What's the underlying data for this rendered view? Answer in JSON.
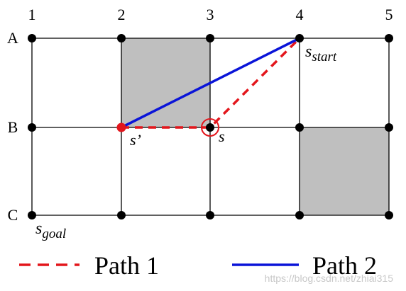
{
  "columns": [
    "1",
    "2",
    "3",
    "4",
    "5"
  ],
  "rows": [
    "A",
    "B",
    "C"
  ],
  "blocked_cells": [
    {
      "row": "A",
      "col": "2"
    },
    {
      "row": "B",
      "col": "4"
    }
  ],
  "labels": {
    "s_start_base": "s",
    "s_start_sub": "start",
    "s_goal_base": "s",
    "s_goal_sub": "goal",
    "s_prime": "s’",
    "s": "s"
  },
  "legend": {
    "path1": "Path 1",
    "path2": "Path 2"
  },
  "watermark": "https://blog.csdn.net/zhiai315",
  "colors": {
    "blocked_fill": "#bfbfbf",
    "grid": "#000000",
    "path1": "#e3161c",
    "path2": "#0a14d8",
    "node": "#000000",
    "highlight_node": "#e3161c"
  }
}
